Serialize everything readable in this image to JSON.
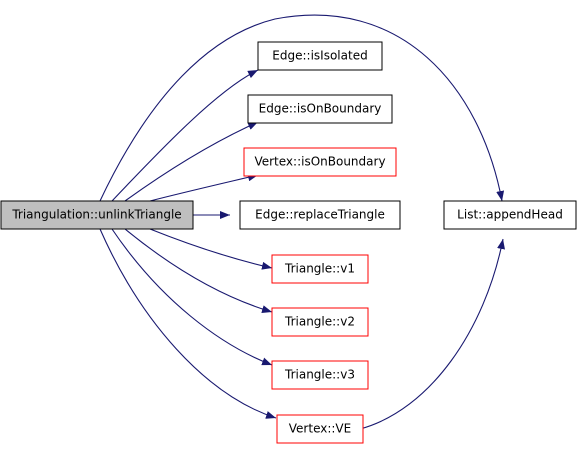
{
  "colors": {
    "root_fill": "#bfbfbf",
    "box_fill": "#ffffff",
    "normal_border": "#000000",
    "highlight_border": "#ff0000",
    "edge_color": "#191970"
  },
  "nodes": {
    "root": {
      "label": "Triangulation::unlinkTriangle"
    },
    "edge_isisolated": {
      "label": "Edge::isIsolated"
    },
    "edge_isonboundary": {
      "label": "Edge::isOnBoundary"
    },
    "vertex_isonboundary": {
      "label": "Vertex::isOnBoundary"
    },
    "edge_replacetriangle": {
      "label": "Edge::replaceTriangle"
    },
    "triangle_v1": {
      "label": "Triangle::v1"
    },
    "triangle_v2": {
      "label": "Triangle::v2"
    },
    "triangle_v3": {
      "label": "Triangle::v3"
    },
    "vertex_ve": {
      "label": "Vertex::VE"
    },
    "list_appendhead": {
      "label": "List::appendHead"
    }
  }
}
